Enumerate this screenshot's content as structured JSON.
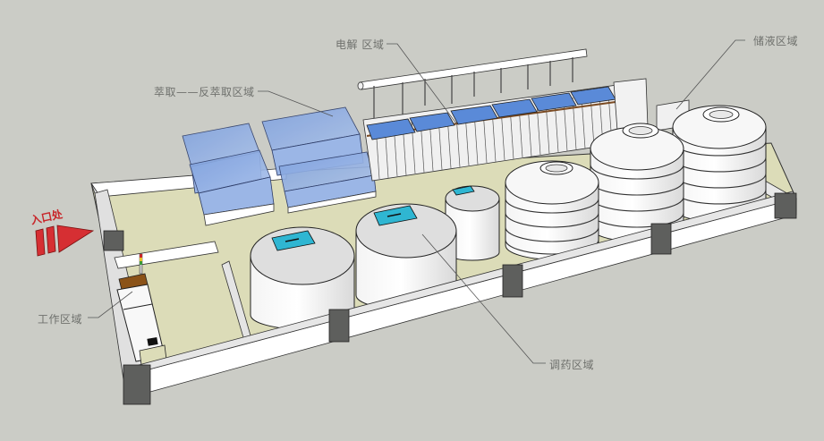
{
  "diagram": {
    "background_color": "#cbccc6",
    "floor_color": "#dcdcb8",
    "wall_color": "#ffffff",
    "pillar_color": "#5e5f5d",
    "tank_blue": "#8fb0e4",
    "lid_cyan": "#2fb6d2",
    "entrance_red": "#d62f33"
  },
  "labels": {
    "extraction": "萃取——反萃取区域",
    "electrolysis": "电解 区域",
    "storage": "储液区域",
    "entrance": "入口处",
    "work": "工作区域",
    "dosing": "调药区域"
  },
  "zones": [
    {
      "id": "extraction",
      "name": "萃取——反萃取区域",
      "items": 4
    },
    {
      "id": "electrolysis",
      "name": "电解 区域",
      "items": 6
    },
    {
      "id": "storage",
      "name": "储液区域",
      "items": 3
    },
    {
      "id": "dosing",
      "name": "调药区域",
      "items": 3
    },
    {
      "id": "work",
      "name": "工作区域",
      "items": 1
    }
  ]
}
